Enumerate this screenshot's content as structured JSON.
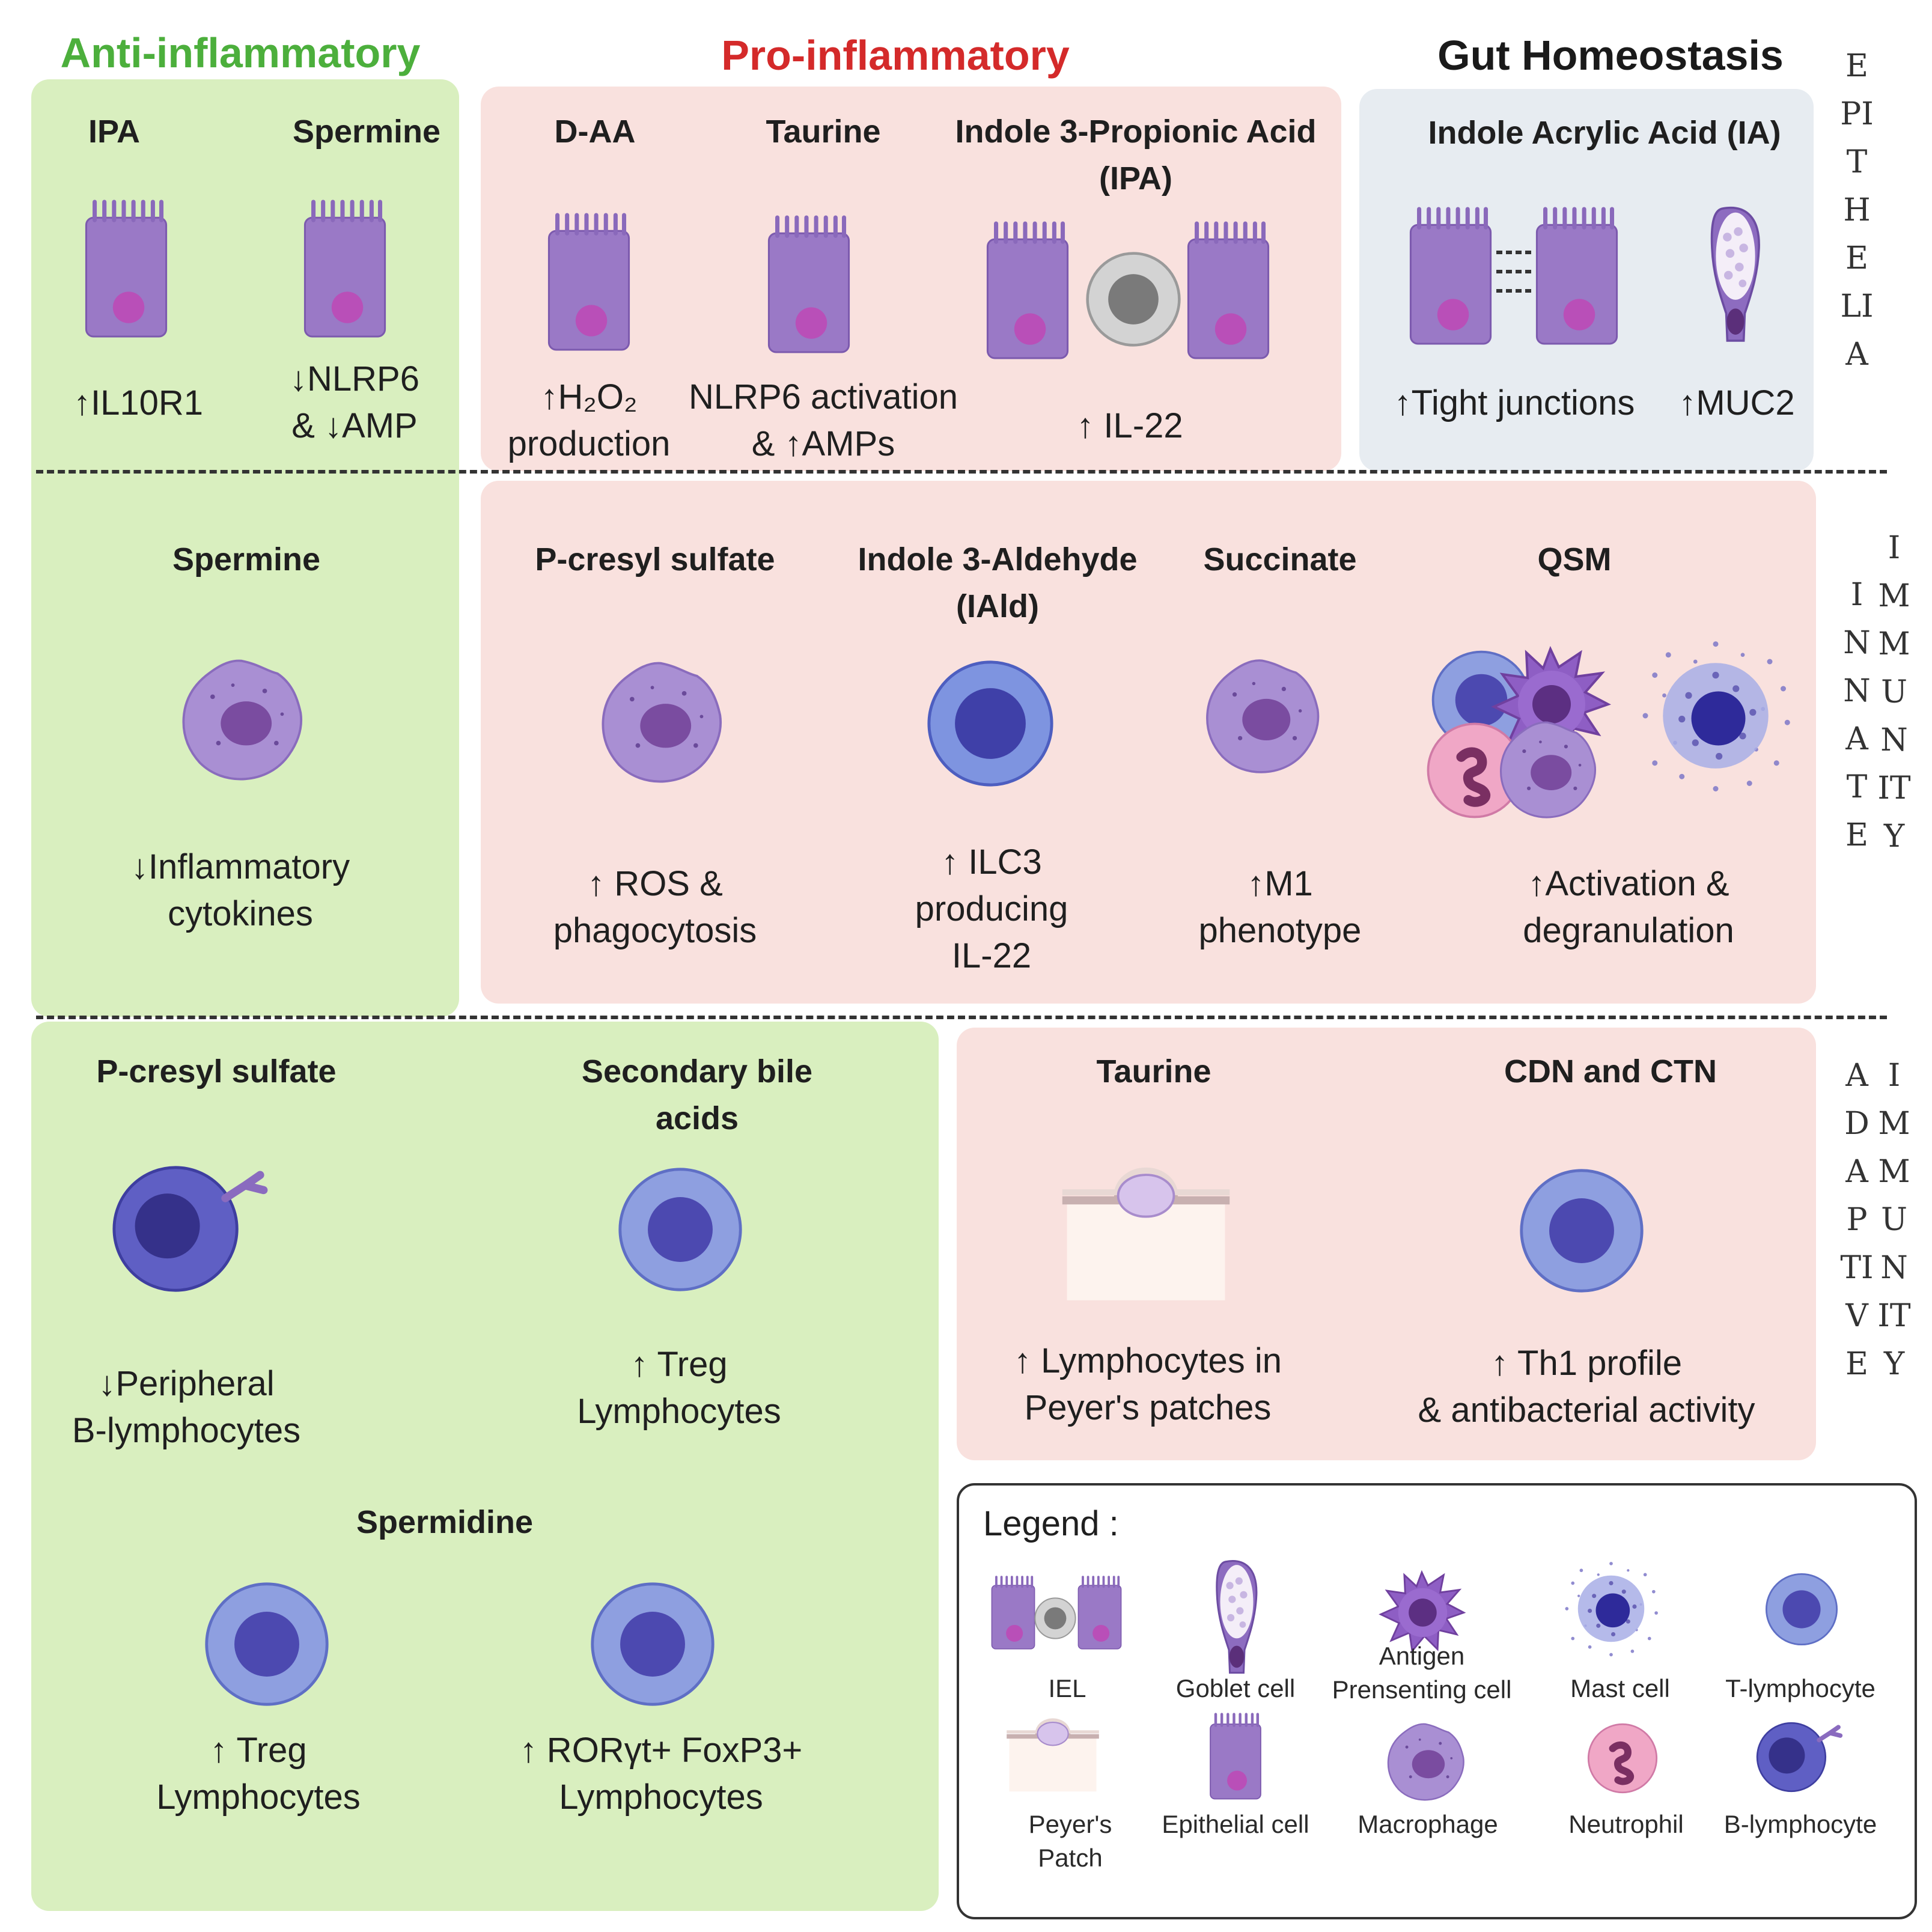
{
  "columns": {
    "anti": "Anti-inflammatory",
    "pro": "Pro-inflammatory",
    "homeostasis": "Gut Homeostasis"
  },
  "side_labels": {
    "epithelia": "EPITHELIA",
    "innate_immunity": [
      "INNATE",
      "IMMUNITY"
    ],
    "adaptive_immunity": [
      "ADAPTIVE",
      "IMMUNITY"
    ]
  },
  "epithelia": {
    "anti": [
      {
        "name": "IPA",
        "effect": "↑IL10R1"
      },
      {
        "name": "Spermine",
        "effect": "↓NLRP6\n& ↓AMP"
      }
    ],
    "pro": [
      {
        "name": "D-AA",
        "effect": "↑H₂O₂\nproduction"
      },
      {
        "name": "Taurine",
        "effect": "NLRP6 activation\n& ↑AMPs"
      },
      {
        "name": "Indole 3-Propionic Acid\n(IPA)",
        "effect": "↑ IL-22"
      }
    ],
    "homeostasis": {
      "name": "Indole Acrylic Acid (IA)",
      "effects": [
        "↑Tight junctions",
        "↑MUC2"
      ]
    }
  },
  "innate": {
    "anti": [
      {
        "name": "Spermine",
        "effect": "↓Inflammatory\ncytokines"
      }
    ],
    "pro": [
      {
        "name": "P-cresyl sulfate",
        "effect": "↑ ROS &\nphagocytosis"
      },
      {
        "name": "Indole 3-Aldehyde\n(IAld)",
        "effect": "↑ ILC3\nproducing\nIL-22"
      },
      {
        "name": "Succinate",
        "effect": "↑M1\nphenotype"
      },
      {
        "name": "QSM",
        "effect": "↑Activation &\ndegranulation"
      }
    ]
  },
  "adaptive": {
    "anti": [
      {
        "name": "P-cresyl sulfate",
        "effect": "↓Peripheral\nB-lymphocytes"
      },
      {
        "name": "Secondary bile\nacids",
        "effect": "↑ Treg\nLymphocytes"
      },
      {
        "name": "Spermidine",
        "effects": [
          "↑ Treg\nLymphocytes",
          "↑ RORγt+ FoxP3+\nLymphocytes"
        ]
      }
    ],
    "pro": [
      {
        "name": "Taurine",
        "effect": "↑ Lymphocytes in\nPeyer's patches"
      },
      {
        "name": "CDN and CTN",
        "effect": "↑ Th1 profile\n& antibacterial activity"
      }
    ]
  },
  "legend": {
    "title": "Legend :",
    "items": [
      "IEL",
      "Goblet cell",
      "Antigen\nPrensenting cell",
      "Mast cell",
      "T-lymphocyte",
      "Peyer's\nPatch",
      "Epithelial cell",
      "Macrophage",
      "Neutrophil",
      "B-lymphocyte"
    ]
  },
  "colors": {
    "anti_title": "#4caf3c",
    "pro_title": "#d42a2a",
    "green_panel": "#d9efbf",
    "pink_panel": "#f9e1de",
    "blue_panel": "#e7ecf1",
    "epithelial_cell": "#9a79c6",
    "lymphocyte": "#8e9fe0",
    "macrophage": "#a98fd3"
  }
}
